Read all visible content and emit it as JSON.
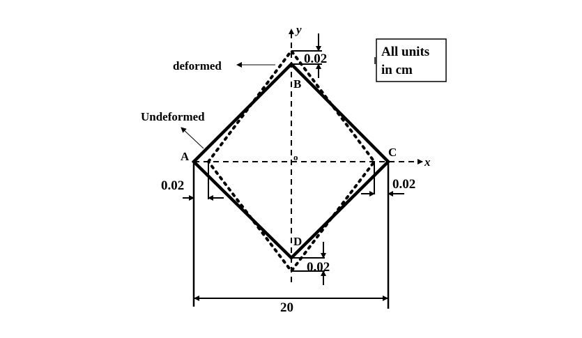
{
  "labels": {
    "y_axis": "y",
    "x_axis": "x",
    "origin": "o",
    "A": "A",
    "B": "B",
    "C": "C",
    "D": "D",
    "deformed": "deformed",
    "undeformed": "Undeformed",
    "dim_top": "0.02",
    "dim_bottom": "0.02",
    "dim_left": "0.02",
    "dim_right": "0.02",
    "dim_width": "20",
    "units_line1": "All units",
    "units_line2": "in cm"
  },
  "colors": {
    "ink": "#000000",
    "background": "#ffffff"
  }
}
